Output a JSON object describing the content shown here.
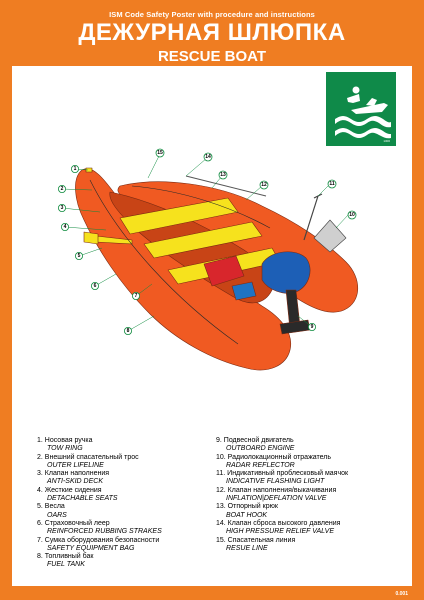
{
  "header": {
    "subtitle": "ISM Code Safety Poster with procedure and instructions",
    "title_ru": "ДЕЖУРНАЯ ШЛЮПКА",
    "title_en": "RESCUE BOAT"
  },
  "sign": {
    "icon": "rescue-boat-sign-icon",
    "code": "1300"
  },
  "colors": {
    "accent": "#ef7d22",
    "sign_green": "#0f8a49",
    "boat_orange": "#f05a22",
    "seat_yellow": "#f6e21d",
    "callout_green": "#0d8a3d"
  },
  "callouts": [
    "1",
    "2",
    "3",
    "4",
    "5",
    "6",
    "7",
    "8",
    "9",
    "10",
    "11",
    "12",
    "13",
    "14",
    "15"
  ],
  "legend": [
    {
      "ru": "1. Носовая ручка",
      "en": "TOW RING"
    },
    {
      "ru": "2. Внешний спасательный трос",
      "en": "OUTER LIFELINE"
    },
    {
      "ru": "3. Клапан наполнения",
      "en": "ANTI-SKID DECK"
    },
    {
      "ru": "4. Жесткие сидения",
      "en": "DETACHABLE SEATS"
    },
    {
      "ru": "5. Весла",
      "en": "OARS"
    },
    {
      "ru": "6. Страховочный леер",
      "en": "REINFORCED RUBBING STRAKES"
    },
    {
      "ru": "7. Сумка оборудования безопасности",
      "en": "SAFETY EQUIPMENT BAG"
    },
    {
      "ru": "8. Топливный бак",
      "en": "FUEL TANK"
    },
    {
      "ru": "9. Подвесной двигатель",
      "en": "OUTBOARD ENGINE"
    },
    {
      "ru": "10. Радиолокационный отражатель",
      "en": "RADAR REFLECTOR"
    },
    {
      "ru": "11. Индикативный проблесковый маячок",
      "en": "INDICATIVE FLASHING LIGHT"
    },
    {
      "ru": "12. Клапан наполнения/выкачивания",
      "en": "INFLATION|DEFLATION VALVE"
    },
    {
      "ru": "13. Отпорный крюк",
      "en": "BOAT HOOK"
    },
    {
      "ru": "14. Клапан сброса высокого давления",
      "en": "HIGH PRESSURE RELIEF VALVE"
    },
    {
      "ru": "15. Спасательная линия",
      "en": "RESUE LINE"
    }
  ],
  "footer": {
    "code": "0.001"
  }
}
